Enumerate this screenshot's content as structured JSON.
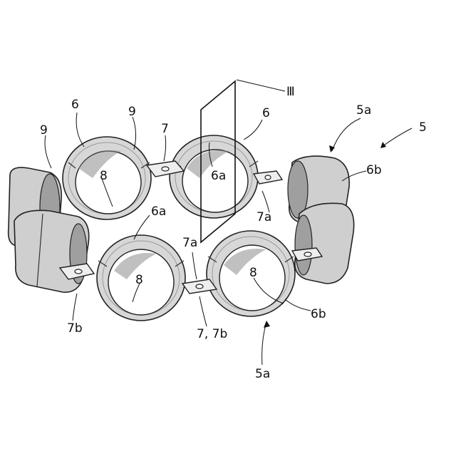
{
  "figure": {
    "labels": {
      "assembly": "5",
      "unit_top": "5a",
      "unit_bottom": "5a",
      "section": "Ⅲ",
      "half_top_left": "6",
      "half_top_right": "6",
      "half_notch_center": "6a",
      "half_notch_left": "6a",
      "half_outer_right": "6b",
      "half_outer_bottom": "6b",
      "tab_top": "7",
      "tab_side_right": "7a",
      "tab_side_center": "7a",
      "tab_bottom": "7, 7b",
      "tab_bottom_left": "7b",
      "hole_upper_left": "8",
      "hole_lower_center": "8",
      "hole_lower_right": "8",
      "seam_left": "9",
      "seam_center": "9"
    }
  }
}
